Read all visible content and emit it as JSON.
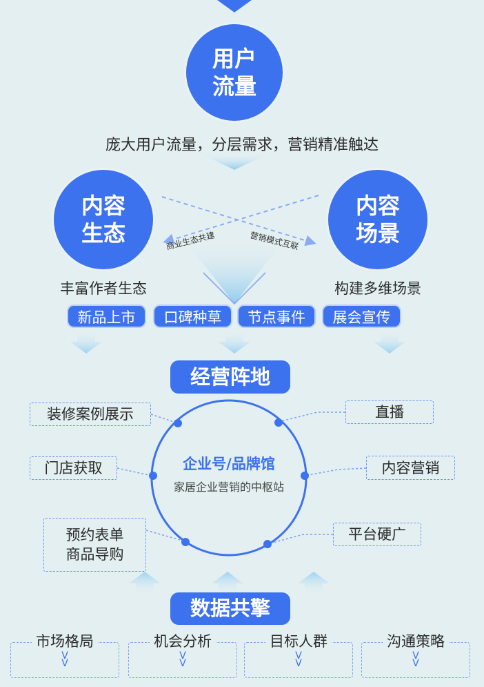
{
  "top": {
    "circle": [
      "用户",
      "流量"
    ],
    "caption": "庞大用户流量，分层需求，营销精准触达"
  },
  "left": {
    "circle": [
      "内容",
      "生态"
    ],
    "caption": "丰富作者生态"
  },
  "right": {
    "circle": [
      "内容",
      "场景"
    ],
    "caption": "构建多维场景"
  },
  "cross_labels": [
    "商业生态共建",
    "营销模式互联"
  ],
  "pills": [
    "新品上市",
    "口碑种草",
    "节点事件",
    "展会宣传"
  ],
  "hub": {
    "button": "经营阵地",
    "title": "企业号/品牌馆",
    "subtitle": "家居企业营销的中枢站",
    "left_boxes": [
      "装修案例展示",
      "门店获取"
    ],
    "left_multi": [
      "预约表单",
      "商品导购"
    ],
    "right_boxes": [
      "直播",
      "内容营销",
      "平台硬广"
    ]
  },
  "data": {
    "button": "数据共擎",
    "items": [
      "市场格局",
      "机会分析",
      "目标人群",
      "沟通策略"
    ]
  },
  "colors": {
    "primary": "#3d72ef",
    "background": "#e3eff1"
  }
}
